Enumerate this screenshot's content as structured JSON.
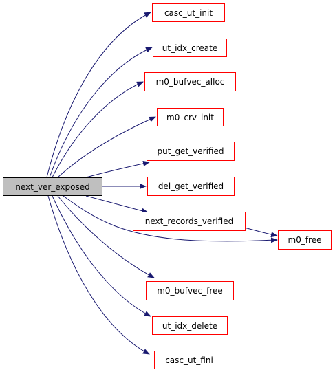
{
  "diagram": {
    "root": {
      "id": "n0",
      "label": "next_ver_exposed"
    },
    "nodes": [
      {
        "id": "n1",
        "label": "casc_ut_init"
      },
      {
        "id": "n2",
        "label": "ut_idx_create"
      },
      {
        "id": "n3",
        "label": "m0_bufvec_alloc"
      },
      {
        "id": "n4",
        "label": "m0_crv_init"
      },
      {
        "id": "n5",
        "label": "put_get_verified"
      },
      {
        "id": "n6",
        "label": "del_get_verified"
      },
      {
        "id": "n7",
        "label": "next_records_verified"
      },
      {
        "id": "n8",
        "label": "m0_free"
      },
      {
        "id": "n9",
        "label": "m0_bufvec_free"
      },
      {
        "id": "n10",
        "label": "ut_idx_delete"
      },
      {
        "id": "n11",
        "label": "casc_ut_fini"
      }
    ],
    "edges": [
      {
        "from": "n0",
        "to": "n1"
      },
      {
        "from": "n0",
        "to": "n2"
      },
      {
        "from": "n0",
        "to": "n3"
      },
      {
        "from": "n0",
        "to": "n4"
      },
      {
        "from": "n0",
        "to": "n5"
      },
      {
        "from": "n0",
        "to": "n6"
      },
      {
        "from": "n0",
        "to": "n7"
      },
      {
        "from": "n0",
        "to": "n8"
      },
      {
        "from": "n0",
        "to": "n9"
      },
      {
        "from": "n0",
        "to": "n10"
      },
      {
        "from": "n0",
        "to": "n11"
      },
      {
        "from": "n7",
        "to": "n8"
      }
    ],
    "colors": {
      "edge": "#191970",
      "node_border": "#ff0000",
      "root_fill": "#bfbfbf",
      "root_border": "#000000"
    }
  }
}
